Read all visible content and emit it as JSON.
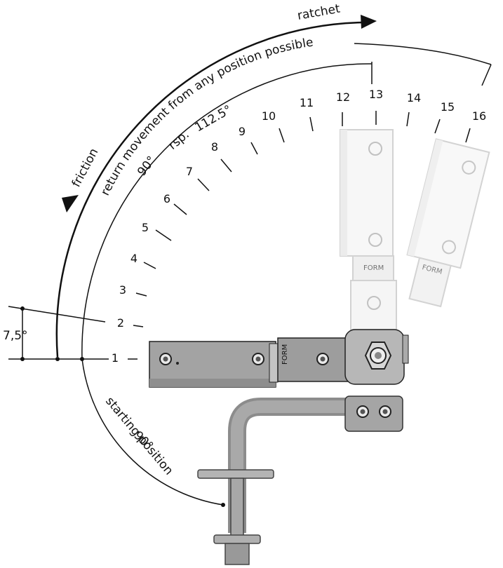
{
  "labels": {
    "ratchet": "ratchet",
    "friction": "friction",
    "return_movement": "return movement from any position possible",
    "deg_90": "90°",
    "rsp": "rsp.",
    "deg_112": "112.5°",
    "angle_7_5": "7,5°",
    "starting_position": "starting position",
    "start_90": "90°"
  },
  "positions": [
    "1",
    "2",
    "3",
    "4",
    "5",
    "6",
    "7",
    "8",
    "9",
    "10",
    "11",
    "12",
    "13",
    "14",
    "15",
    "16"
  ],
  "brand_mark": "FORM",
  "colors": {
    "line": "#111111",
    "bracket_dark": "#9a9a9a",
    "bracket_light": "#c8c8c8",
    "ghost_fill": "#f1f1f1",
    "ghost_stroke": "#bdbdbd"
  }
}
